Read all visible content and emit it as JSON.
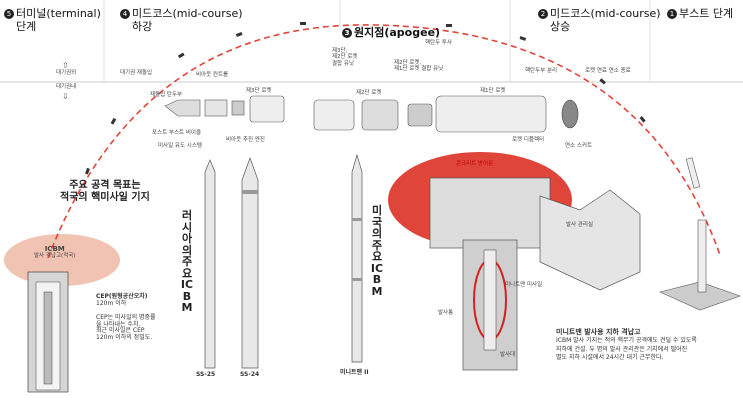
{
  "phases": {
    "terminal": {
      "number": "5",
      "title_line1": "터미널(terminal)",
      "title_line2": "단계"
    },
    "midcourse_descent": {
      "number": "4",
      "title_line1": "미드코스(mid-course)",
      "title_line2": "하강"
    },
    "apogee": {
      "number": "3",
      "title": "원지점(apogee)"
    },
    "midcourse_ascent": {
      "number": "2",
      "title_line1": "미드코스(mid-course)",
      "title_line2": "상승"
    },
    "boost": {
      "number": "1",
      "title": "부스트 단계"
    }
  },
  "atmosphere": {
    "outside": "대기권외",
    "inside": "대기권내"
  },
  "flight_labels": {
    "reentry": "대기권 재돌입",
    "missile_control": "비아웃 컨트롤",
    "warhead_separation": "핵탄두 투사",
    "stage3_line1": "제3단,",
    "stage3_line2": "제2단 로켓",
    "stage3_line3": "결합 유닛",
    "stage2_line1": "제2단 로켓,",
    "stage2_line2": "제1단 로켓 결합 유닛",
    "warhead_guard": "핵탄두부 분리",
    "rocket_burn_end": "로켓 연료 연소 종료"
  },
  "parts": {
    "reentry_warhead": "재돌입 탄두부",
    "stage3_rocket": "제3단 로켓",
    "stage2_rocket": "제2단 로켓",
    "stage1_rocket": "제1단 로켓",
    "post_boost": "포스트 부스트 비이클",
    "guidance": "미사일 유도 시스템",
    "propulsion": "비아웃 추진 엔진",
    "nozzle": "로켓 디플렉터",
    "skirt": "연소 스커트"
  },
  "target_heading": {
    "line1": "주요 공격 목표는",
    "line2": "적국의 핵미사일 기지"
  },
  "russia_label": "러시아의주요ICBM",
  "us_label": "미국의주요ICBM",
  "missiles": {
    "ss25": "SS-25",
    "ss24": "SS-24",
    "minuteman": "미니트맨 II"
  },
  "silo_left": {
    "title": "ICBM",
    "subtitle": "발사 격납고(적국)"
  },
  "cep": {
    "title": "CEP(원형공산오차)",
    "value": "120m 이하",
    "desc1": "CEP는 미사일의 명중률",
    "desc2": "을 나타내는 수치.",
    "desc3": "최근 미사일은 CEP",
    "desc4": "120m 이하의 정밀도."
  },
  "cutaway": {
    "concrete": "콘크리트 방어문",
    "launch_control": "발사 관리실",
    "silo_missile": "미니트맨 미사일",
    "launch_tube": "발사통",
    "launch_pad": "발사대"
  },
  "minuteman_silo": {
    "title": "미니트맨 발사용 지하 격납고",
    "text1": "ICBM 발사 기지는 적의 핵무기 공격에도 견딜 수 있도록",
    "text2": "지하에 건설. 두 명의 발사 관리관은 기지에서 떨어진",
    "text3": "별도 지하 시설에서 24시간 대기 근무한다."
  },
  "colors": {
    "arc": "#e0453a",
    "dome": "#f1c3b2",
    "accent": "#d92020"
  }
}
